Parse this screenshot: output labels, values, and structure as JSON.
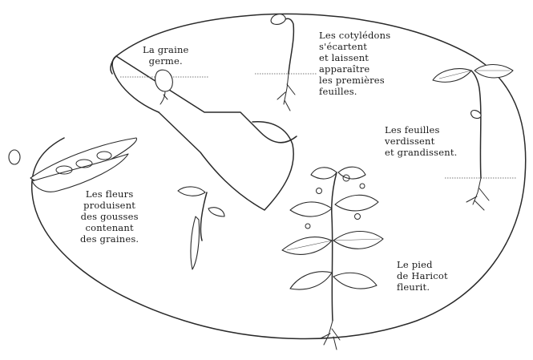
{
  "labels": {
    "germination": "La graine\ngerme.",
    "cotyledons": "Les cotylédons\ns'écartent\net laissent\napparaître\nles premières\nfeuilles.",
    "leaves": "Les feuilles\nverdissent\net grandissent.",
    "flowering": "Le pied\nde Haricot\nfleurit.",
    "pods": "Les fleurs\nproduisent\ndes gousses\ncontenant\ndes graines."
  }
}
